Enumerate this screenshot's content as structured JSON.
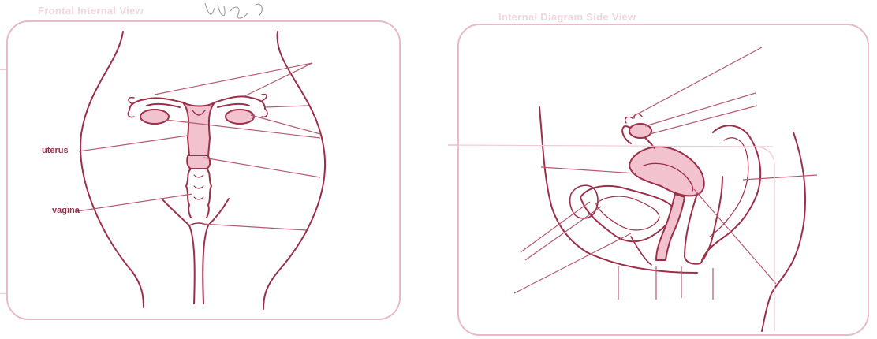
{
  "titles": {
    "left": "Frontal Internal View",
    "right": "Internal Diagram Side View"
  },
  "labels": {
    "uterus": "uterus",
    "vagina": "vagina"
  },
  "colors": {
    "outline": "#9c3049",
    "fill": "#f2c2cf",
    "frame": "#e8b9c6",
    "leader": "#b55a70"
  }
}
